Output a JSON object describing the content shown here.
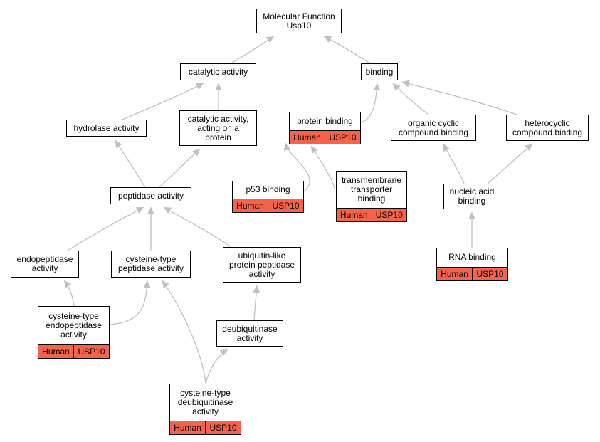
{
  "graph": {
    "nodes": [
      {
        "id": "mf",
        "label": [
          "Molecular Function",
          "Usp10"
        ]
      },
      {
        "id": "catalytic",
        "label": [
          "catalytic activity"
        ]
      },
      {
        "id": "binding",
        "label": [
          "binding"
        ]
      },
      {
        "id": "hydrolase",
        "label": [
          "hydrolase activity"
        ]
      },
      {
        "id": "cat_protein",
        "label": [
          "catalytic activity,",
          "acting on a",
          "protein"
        ]
      },
      {
        "id": "protein_binding",
        "label": [
          "protein binding"
        ],
        "annotation": [
          "Human",
          "USP10"
        ]
      },
      {
        "id": "organic",
        "label": [
          "organic cyclic",
          "compound binding"
        ]
      },
      {
        "id": "hetero",
        "label": [
          "heterocyclic",
          "compound binding"
        ]
      },
      {
        "id": "peptidase",
        "label": [
          "peptidase activity"
        ]
      },
      {
        "id": "p53",
        "label": [
          "p53 binding"
        ],
        "annotation": [
          "Human",
          "USP10"
        ]
      },
      {
        "id": "transmembrane",
        "label": [
          "transmembrane",
          "transporter",
          "binding"
        ],
        "annotation": [
          "Human",
          "USP10"
        ]
      },
      {
        "id": "nucleic",
        "label": [
          "nucleic acid",
          "binding"
        ]
      },
      {
        "id": "endopeptidase",
        "label": [
          "endopeptidase",
          "activity"
        ]
      },
      {
        "id": "cys_peptidase",
        "label": [
          "cysteine-type",
          "peptidase activity"
        ]
      },
      {
        "id": "ubiq",
        "label": [
          "ubiquitin-like",
          "protein peptidase",
          "activity"
        ]
      },
      {
        "id": "rna",
        "label": [
          "RNA binding"
        ],
        "annotation": [
          "Human",
          "USP10"
        ]
      },
      {
        "id": "cys_endo",
        "label": [
          "cysteine-type",
          "endopeptidase",
          "activity"
        ],
        "annotation": [
          "Human",
          "USP10"
        ]
      },
      {
        "id": "deubiq",
        "label": [
          "deubiquitinase",
          "activity"
        ]
      },
      {
        "id": "cys_deubiq",
        "label": [
          "cysteine-type",
          "deubiquitinase",
          "activity"
        ],
        "annotation": [
          "Human",
          "USP10"
        ]
      }
    ],
    "edges": [
      {
        "from": "catalytic",
        "to": "mf"
      },
      {
        "from": "binding",
        "to": "mf"
      },
      {
        "from": "hydrolase",
        "to": "catalytic"
      },
      {
        "from": "cat_protein",
        "to": "catalytic"
      },
      {
        "from": "protein_binding",
        "to": "binding"
      },
      {
        "from": "organic",
        "to": "binding"
      },
      {
        "from": "hetero",
        "to": "binding"
      },
      {
        "from": "peptidase",
        "to": "hydrolase"
      },
      {
        "from": "peptidase",
        "to": "cat_protein"
      },
      {
        "from": "p53",
        "to": "protein_binding"
      },
      {
        "from": "transmembrane",
        "to": "protein_binding"
      },
      {
        "from": "nucleic",
        "to": "organic"
      },
      {
        "from": "nucleic",
        "to": "hetero"
      },
      {
        "from": "rna",
        "to": "nucleic"
      },
      {
        "from": "endopeptidase",
        "to": "peptidase"
      },
      {
        "from": "cys_peptidase",
        "to": "peptidase"
      },
      {
        "from": "ubiq",
        "to": "peptidase"
      },
      {
        "from": "cys_endo",
        "to": "endopeptidase"
      },
      {
        "from": "cys_endo",
        "to": "cys_peptidase"
      },
      {
        "from": "deubiq",
        "to": "ubiq"
      },
      {
        "from": "cys_deubiq",
        "to": "cys_peptidase"
      },
      {
        "from": "cys_deubiq",
        "to": "deubiq"
      }
    ],
    "colors": {
      "edge": "#c0c0c0",
      "annotation": "#f4634a",
      "border": "#000000"
    }
  }
}
